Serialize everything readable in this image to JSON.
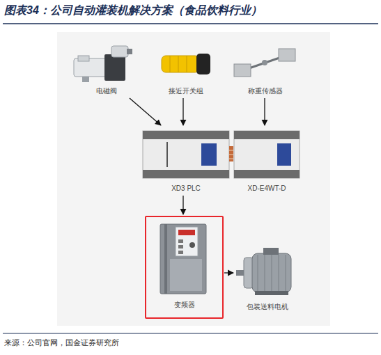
{
  "diagram": {
    "title": "图表34：公司自动灌装机解决方案（食品饮料行业）",
    "caption": "来源：公司官网，国金证券研究所",
    "nodes": [
      {
        "text": [
          "电磁阀"
        ]
      },
      {
        "text": [
          "接近开关组"
        ]
      },
      {
        "text": [
          "称重传感器"
        ]
      },
      {
        "text": [
          "XD3 PLC"
        ]
      },
      {
        "text": [
          "XD-E4WT-D"
        ]
      },
      {
        "text": [
          "变频器"
        ]
      },
      {
        "text": [
          "包装送料电机"
        ]
      }
    ],
    "edges": [
      {
        "from": 0,
        "to": 3,
        "arrow": "to"
      },
      {
        "from": 1,
        "to": 3,
        "arrow": "to"
      },
      {
        "from": 2,
        "to": 4,
        "arrow": "to"
      },
      {
        "from": 3,
        "to": 5,
        "arrow": "to"
      },
      {
        "from": 5,
        "to": 6,
        "arrow": "to"
      }
    ]
  }
}
